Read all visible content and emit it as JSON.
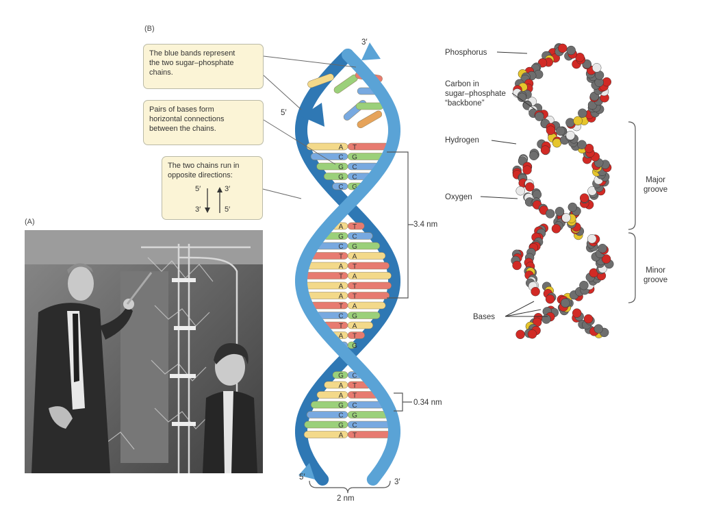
{
  "panel_a": {
    "label": "(A)"
  },
  "panel_b": {
    "label": "(B)",
    "callout_sugar": [
      "The blue bands represent",
      "the two sugar–phosphate",
      "chains."
    ],
    "callout_pairs": [
      "Pairs of bases form",
      "horizontal connections",
      "between the chains."
    ],
    "callout_direction": {
      "lines": [
        "The two chains run in",
        "opposite directions:"
      ],
      "left_top": "5′",
      "left_bottom": "3′",
      "right_top": "3′",
      "right_bottom": "5′"
    },
    "end_top_right": "3′",
    "end_top_left": "5′",
    "end_bottom_left": "5′",
    "end_bottom_right": "3′",
    "measure_turn": "3.4 nm",
    "measure_base": "0.34 nm",
    "measure_width": "2 nm",
    "base_letters": [
      "A",
      "C",
      "G",
      "G",
      "C",
      "A",
      "G",
      "C",
      "T",
      "A",
      "T",
      "A",
      "A",
      "T",
      "C",
      "T",
      "A",
      "C",
      "G",
      "A",
      "A",
      "G",
      "C",
      "G",
      "A",
      "T",
      "G",
      "C"
    ]
  },
  "panel_c": {
    "labels": {
      "phosphorus": "Phosphorus",
      "carbon": [
        "Carbon in",
        "sugar–phosphate",
        "“backbone”"
      ],
      "hydrogen": "Hydrogen",
      "oxygen": "Oxygen",
      "bases": "Bases",
      "major": [
        "Major",
        "groove"
      ],
      "minor": [
        "Minor",
        "groove"
      ]
    },
    "colors": {
      "carbon": "#6e6e6e",
      "oxygen": "#d12a25",
      "phosphorus": "#e6c52c",
      "nitrogen": "#2f5fb8"
    }
  },
  "helix_colors": {
    "ribbon": "#5aa3d6",
    "ribbon_dark": "#2f78b4",
    "A": "#f3d98a",
    "T": "#e77b70",
    "G": "#9bd07a",
    "C": "#78a9e0"
  }
}
